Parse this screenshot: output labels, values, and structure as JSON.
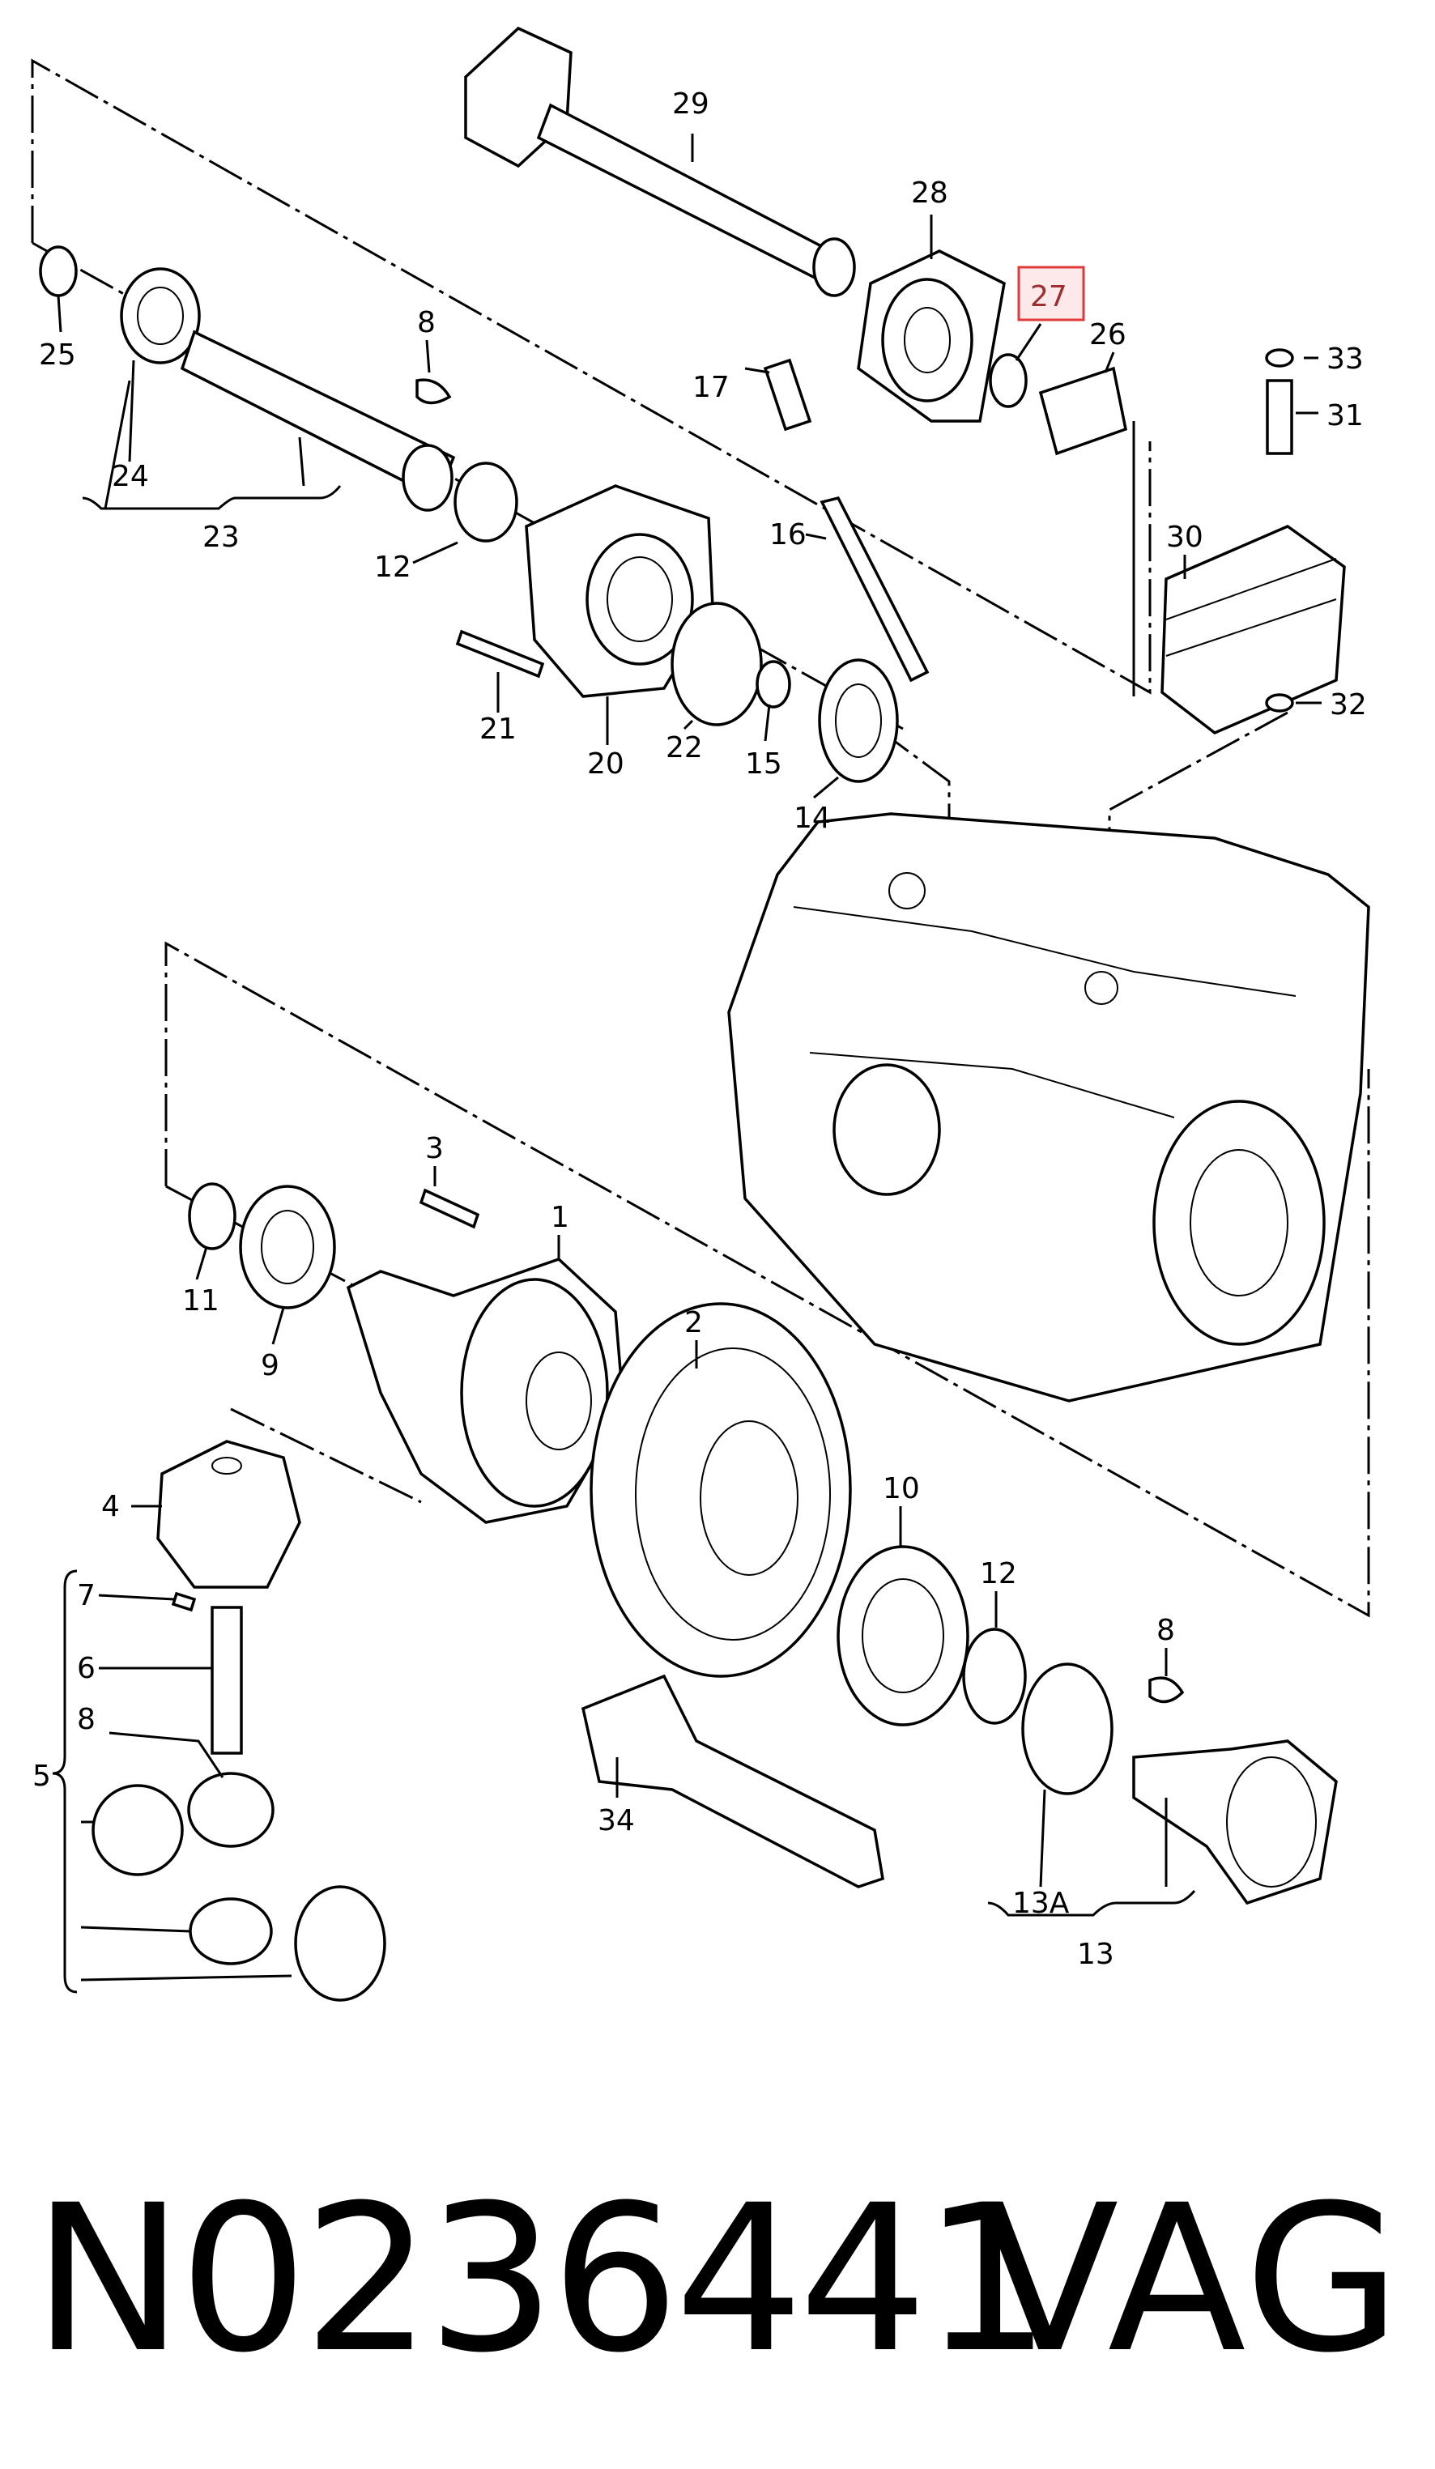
{
  "diagram": {
    "highlight_color": "#e03a3a",
    "callouts": [
      {
        "id": "29",
        "text": "29"
      },
      {
        "id": "28",
        "text": "28"
      },
      {
        "id": "27",
        "text": "27",
        "highlighted": true
      },
      {
        "id": "26",
        "text": "26"
      },
      {
        "id": "33",
        "text": "33"
      },
      {
        "id": "31",
        "text": "31"
      },
      {
        "id": "30",
        "text": "30"
      },
      {
        "id": "32",
        "text": "32"
      },
      {
        "id": "25",
        "text": "25"
      },
      {
        "id": "24",
        "text": "24"
      },
      {
        "id": "23",
        "text": "23"
      },
      {
        "id": "8a",
        "text": "8"
      },
      {
        "id": "17",
        "text": "17"
      },
      {
        "id": "16",
        "text": "16"
      },
      {
        "id": "12a",
        "text": "12"
      },
      {
        "id": "21",
        "text": "21"
      },
      {
        "id": "20",
        "text": "20"
      },
      {
        "id": "22",
        "text": "22"
      },
      {
        "id": "15",
        "text": "15"
      },
      {
        "id": "14",
        "text": "14"
      },
      {
        "id": "3",
        "text": "3"
      },
      {
        "id": "1",
        "text": "1"
      },
      {
        "id": "11",
        "text": "11"
      },
      {
        "id": "9",
        "text": "9"
      },
      {
        "id": "2",
        "text": "2"
      },
      {
        "id": "4",
        "text": "4"
      },
      {
        "id": "10",
        "text": "10"
      },
      {
        "id": "12b",
        "text": "12"
      },
      {
        "id": "8b",
        "text": "8"
      },
      {
        "id": "7",
        "text": "7"
      },
      {
        "id": "6",
        "text": "6"
      },
      {
        "id": "8c",
        "text": "8"
      },
      {
        "id": "5",
        "text": "5"
      },
      {
        "id": "34",
        "text": "34"
      },
      {
        "id": "13A",
        "text": "13A"
      },
      {
        "id": "13",
        "text": "13"
      }
    ]
  },
  "footer": {
    "part_number": "N0236441",
    "brand": "VAG"
  }
}
